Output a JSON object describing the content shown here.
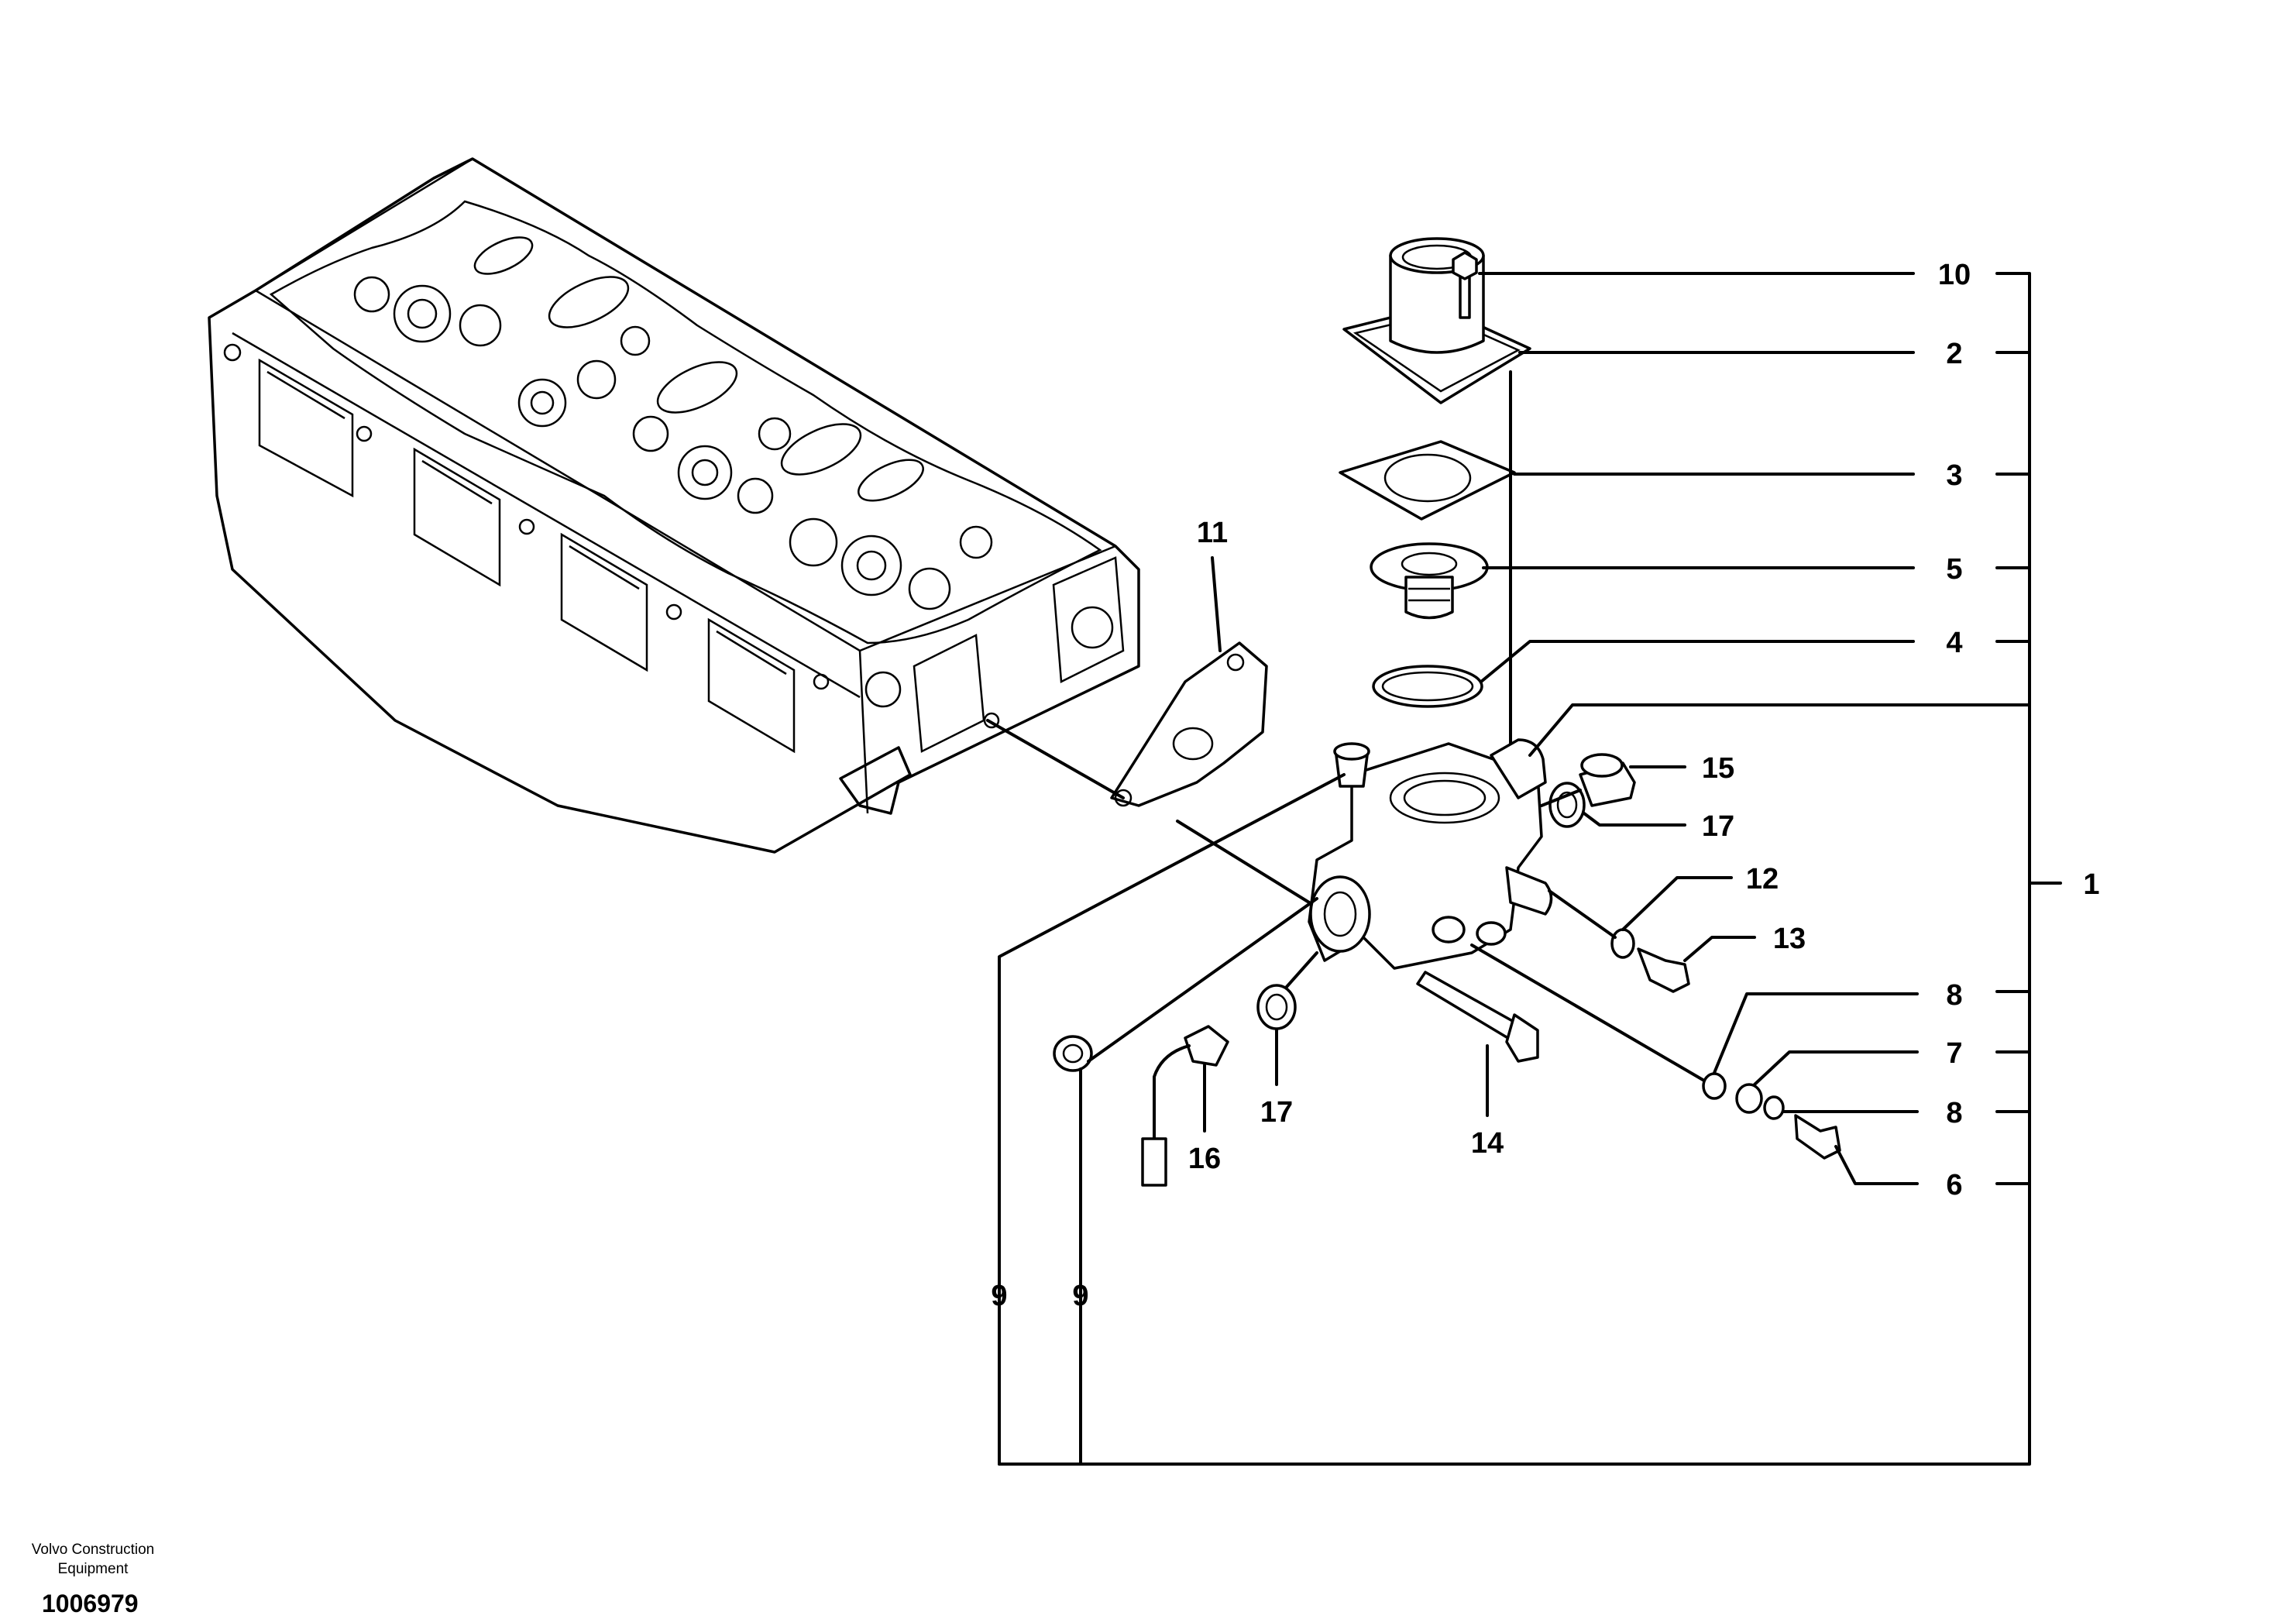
{
  "callouts": [
    {
      "id": "10",
      "text": "10"
    },
    {
      "id": "2",
      "text": "2"
    },
    {
      "id": "3",
      "text": "3"
    },
    {
      "id": "5",
      "text": "5"
    },
    {
      "id": "4",
      "text": "4"
    },
    {
      "id": "15",
      "text": "15"
    },
    {
      "id": "17a",
      "text": "17"
    },
    {
      "id": "12",
      "text": "12"
    },
    {
      "id": "13",
      "text": "13"
    },
    {
      "id": "1",
      "text": "1"
    },
    {
      "id": "8a",
      "text": "8"
    },
    {
      "id": "7",
      "text": "7"
    },
    {
      "id": "8b",
      "text": "8"
    },
    {
      "id": "6",
      "text": "6"
    },
    {
      "id": "11",
      "text": "11"
    },
    {
      "id": "17b",
      "text": "17"
    },
    {
      "id": "14",
      "text": "14"
    },
    {
      "id": "16",
      "text": "16"
    },
    {
      "id": "9a",
      "text": "9"
    },
    {
      "id": "9b",
      "text": "9"
    }
  ],
  "footer": {
    "brand_line1": "Volvo Construction",
    "brand_line2": "Equipment",
    "doc_number": "1006979"
  }
}
